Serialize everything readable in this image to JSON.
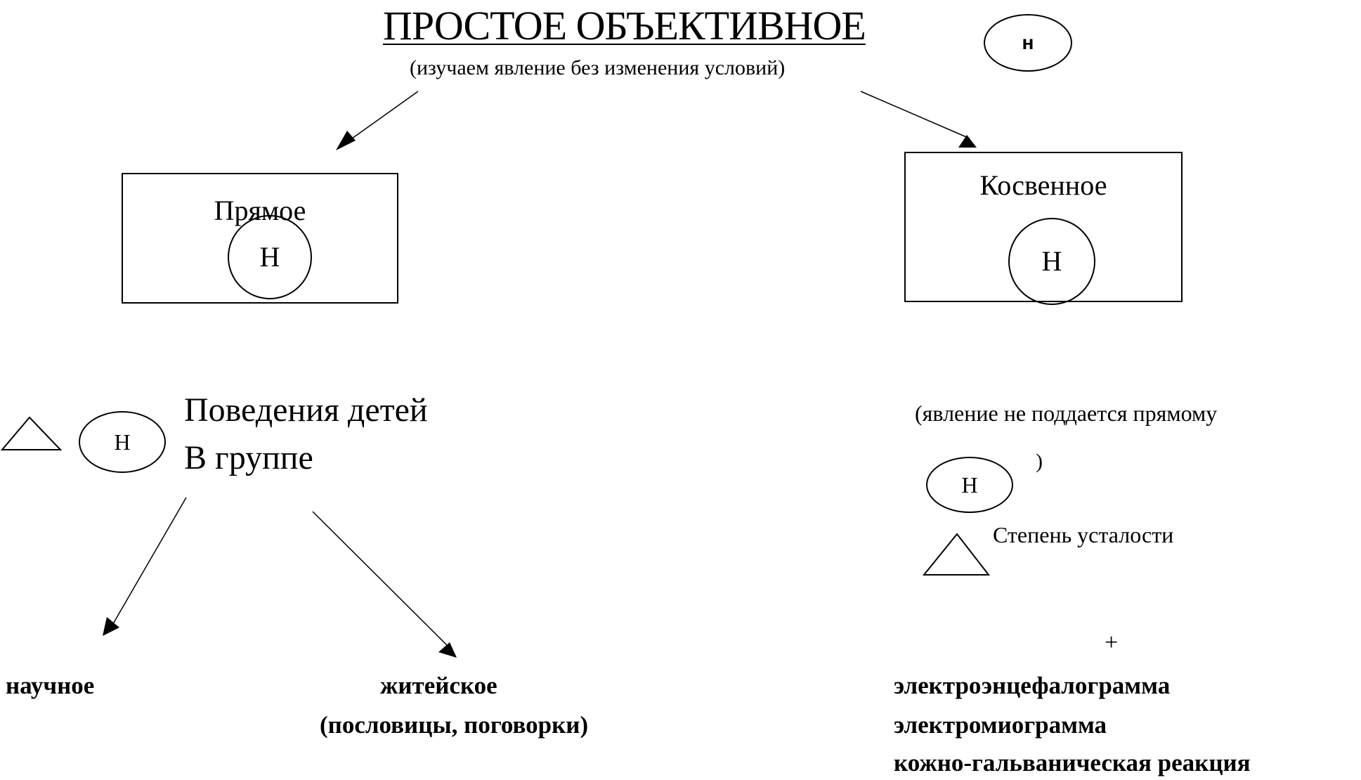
{
  "title": "ПРОСТОЕ ОБЪЕКТИВНОЕ",
  "title_marker": "н",
  "subtitle": "(изучаем явление без изменения условий)",
  "direct": {
    "label": "Прямое",
    "marker": "Н"
  },
  "indirect": {
    "label": "Косвенное",
    "marker": "Н"
  },
  "example_left": {
    "marker": "Н",
    "line1": "Поведения детей",
    "line2": "В группе"
  },
  "branches": {
    "scientific": "научное",
    "everyday": "житейское",
    "everyday_note": "(пословицы, поговорки)"
  },
  "example_right": {
    "note_open": "(явление не поддается прямому",
    "note_close": ")",
    "marker": "Н",
    "fatigue": "Степень усталости",
    "plus": "+",
    "methods": [
      "электроэнцефалограмма",
      "электромиограмма",
      "кожно-гальваническая реакция"
    ]
  }
}
